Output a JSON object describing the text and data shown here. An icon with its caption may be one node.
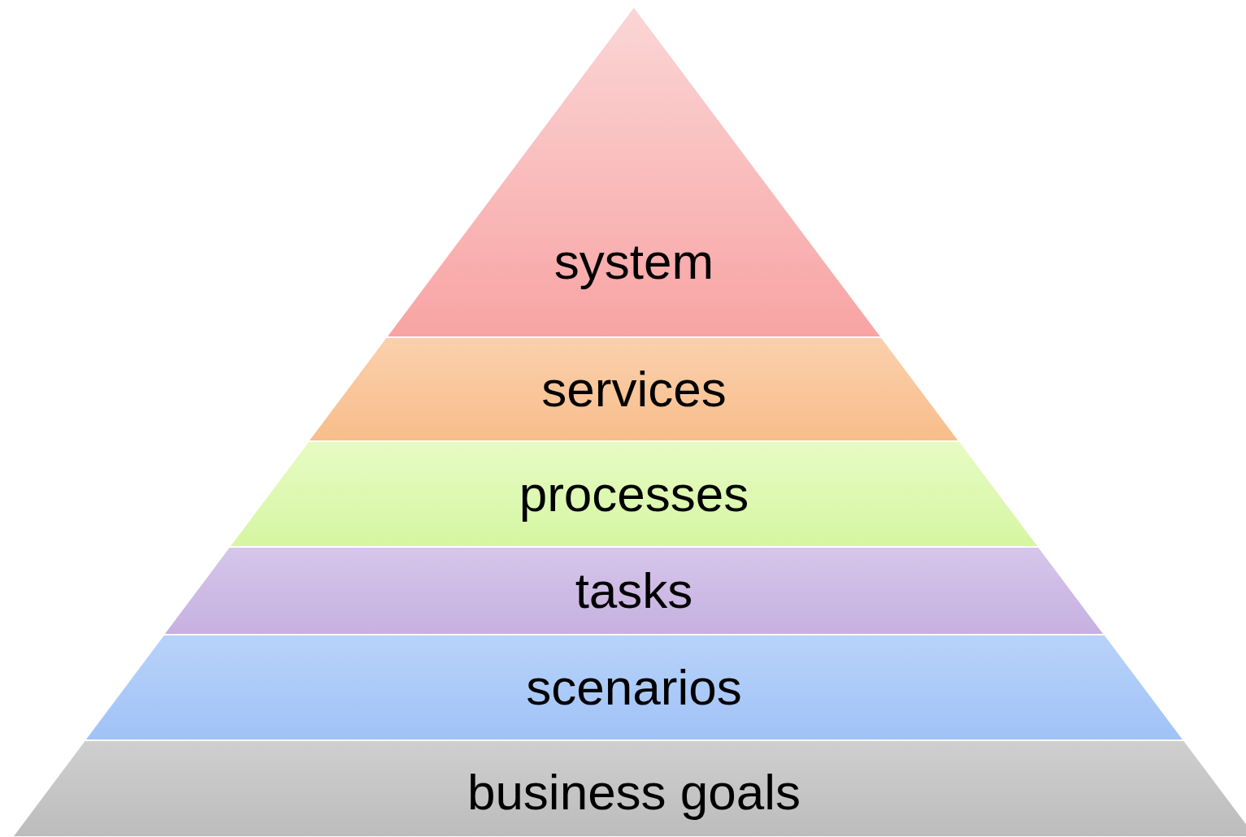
{
  "diagram": {
    "nodes": [
      {
        "text": [
          "system"
        ]
      },
      {
        "text": [
          "services"
        ]
      },
      {
        "text": [
          "processes"
        ]
      },
      {
        "text": [
          "tasks"
        ]
      },
      {
        "text": [
          "scenarios"
        ]
      },
      {
        "text": [
          "business goals"
        ]
      }
    ]
  }
}
